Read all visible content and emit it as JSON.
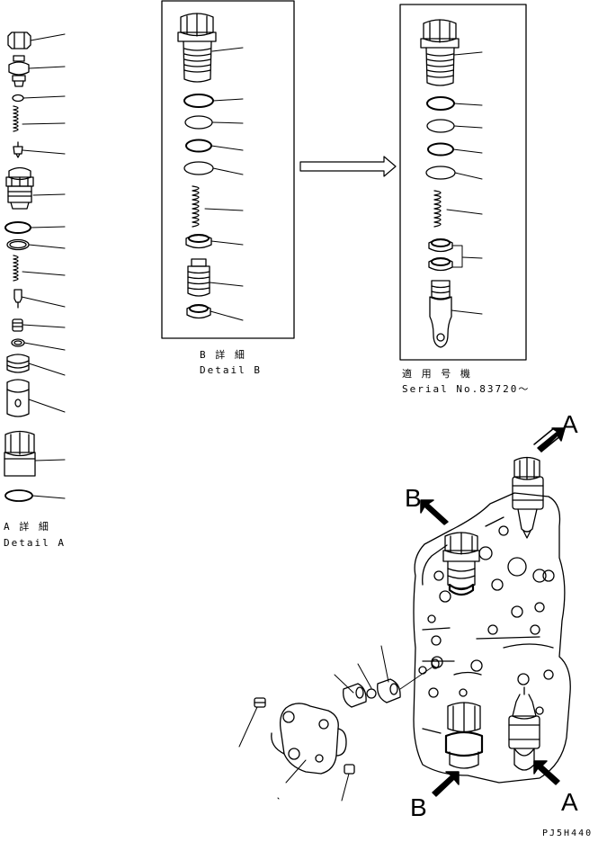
{
  "detail_a": {
    "caption_jp": "A 詳 細",
    "caption_en": "Detail A"
  },
  "detail_b": {
    "caption_jp": "B 詳 細",
    "caption_en": "Detail B"
  },
  "serial_panel": {
    "caption_jp": "適 用 号 機",
    "caption_en": "Serial No.83720～"
  },
  "view_markers": {
    "a_top": "A",
    "a_bottom": "A",
    "b_top": "B",
    "b_bottom": "B"
  },
  "drawing_code": "PJ5H440"
}
